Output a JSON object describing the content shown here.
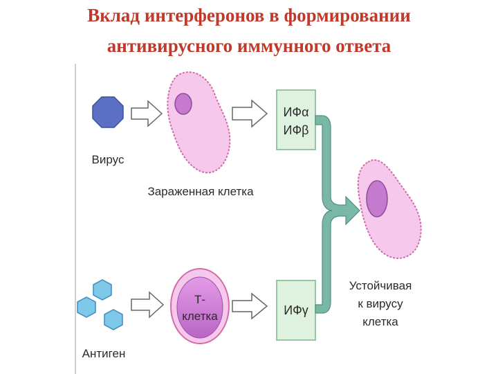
{
  "title": {
    "line1": "Вклад интерферонов в формировании",
    "line2": "антивирусного иммунного ответа"
  },
  "labels": {
    "virus": "Вирус",
    "infected_cell": "Зараженная клетка",
    "antigen": "Антиген",
    "t_cell_line1": "Т-",
    "t_cell_line2": "клетка",
    "ifn_alpha": "ИФα",
    "ifn_beta": "ИФβ",
    "ifn_gamma": "ИФγ",
    "resistant_line1": "Устойчивая",
    "resistant_line2": "к вирусу",
    "resistant_line3": "клетка"
  },
  "colors": {
    "title": "#c0392b",
    "virus_fill": "#5b6fc4",
    "antigen_fill": "#7ec8ea",
    "cell_fill": "#f6c9ec",
    "cell_outline": "#d46aa8",
    "nucleus_fill": "#c57ad0",
    "tcell_fill": "#cf7ad6",
    "ifn_box_fill": "#dff2df",
    "ifn_box_stroke": "#78b48c",
    "connector_fill": "#79b7a6"
  }
}
